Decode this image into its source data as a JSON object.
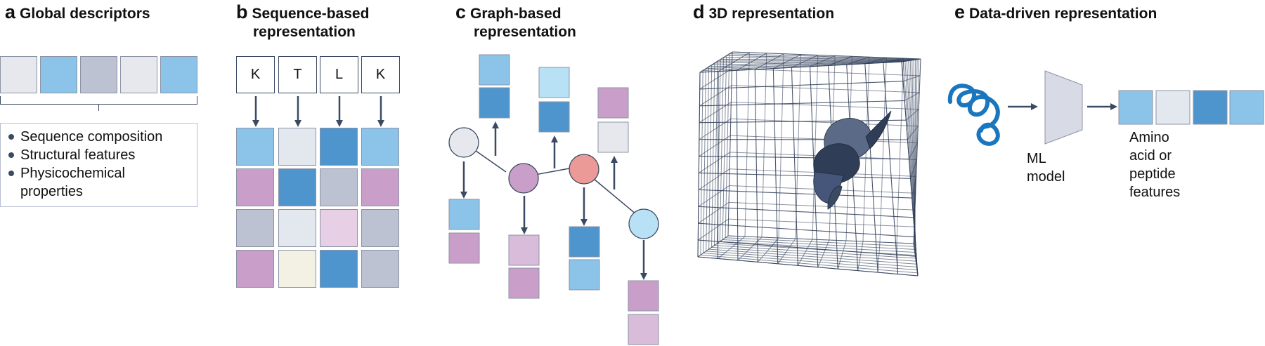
{
  "colors": {
    "light_blue": "#8cc3e8",
    "mid_blue": "#4e95cd",
    "pale_blue": "#b9e1f6",
    "light_gray": "#e6e8ee",
    "slate_gray": "#bcc2d2",
    "pale_gray": "#e3e8ee",
    "pink": "#c99fc9",
    "pale_pink": "#e7d0e5",
    "pale_yellow": "#f3f1e4",
    "salmon": "#ec9a98",
    "navy": "#3b4a63",
    "deep_navy": "#2f3d57",
    "swirl_blue": "#1a76bd"
  },
  "panel_a": {
    "letter": "a",
    "title": "Global descriptors",
    "bullets": [
      "Sequence composition",
      "Structural features",
      "Physicochemical",
      "properties"
    ]
  },
  "panel_b": {
    "letter": "b",
    "title_line1": "Sequence-based",
    "title_line2": "representation",
    "residues": [
      "K",
      "T",
      "L",
      "K"
    ]
  },
  "panel_c": {
    "letter": "c",
    "title_line1": "Graph-based",
    "title_line2": "representation"
  },
  "panel_d": {
    "letter": "d",
    "title": "3D representation"
  },
  "panel_e": {
    "letter": "e",
    "title": "Data-driven representation",
    "model_label": "ML model",
    "output_label_line1": "Amino acid or",
    "output_label_line2": "peptide features"
  }
}
